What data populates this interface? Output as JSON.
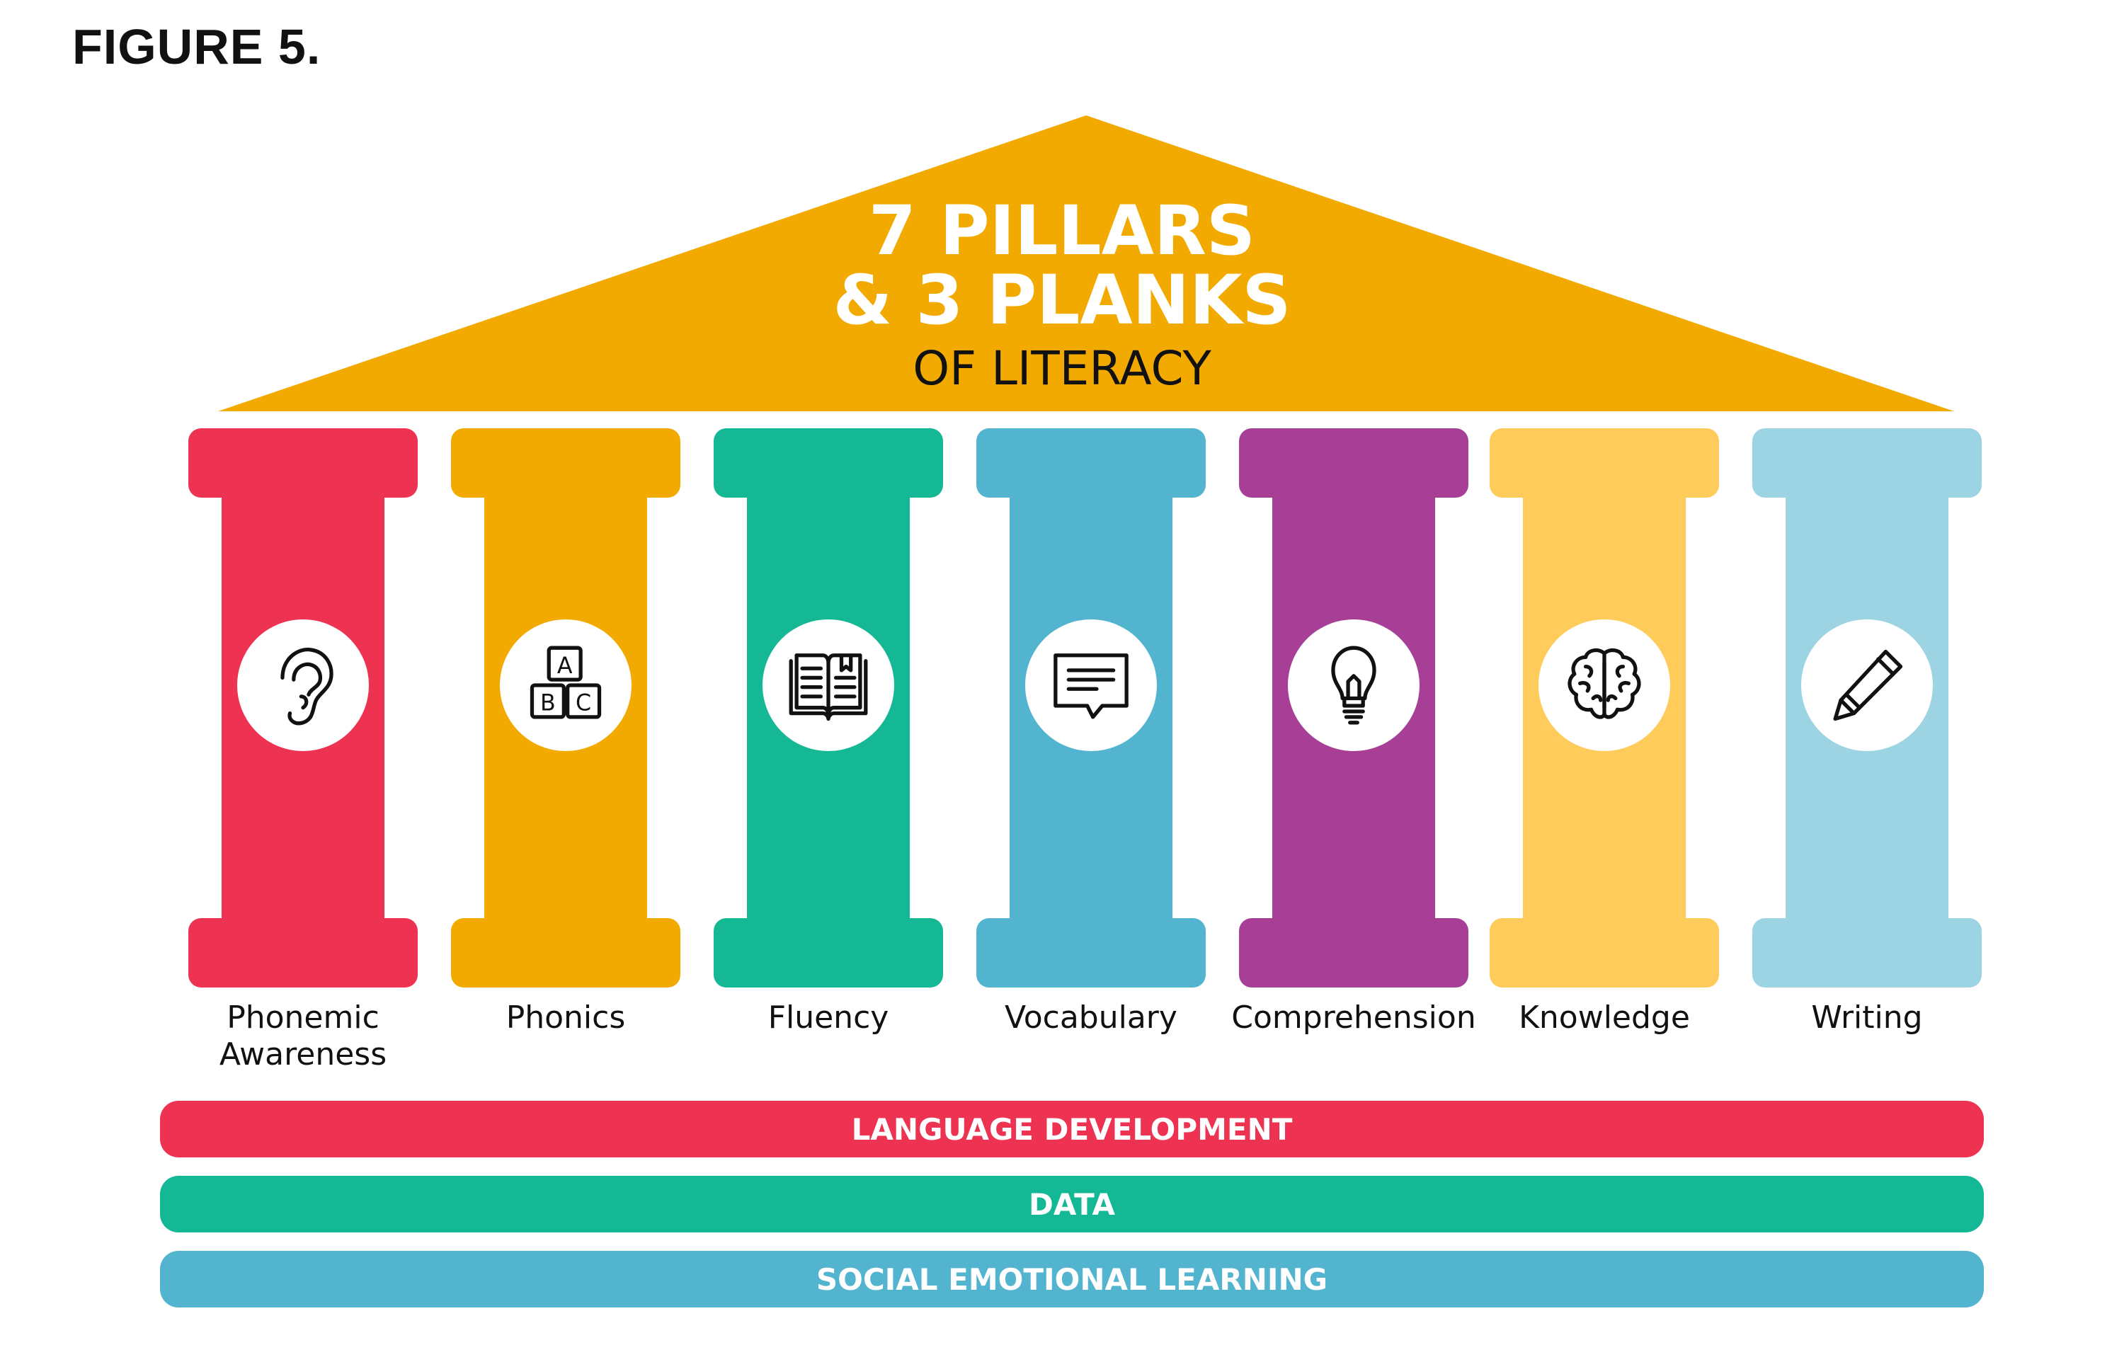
{
  "figure_label": "FIGURE 5.",
  "roof": {
    "line1": "7 PILLARS",
    "line2": "& 3 PLANKS",
    "line3": "OF LITERACY",
    "color": "#F2AA00"
  },
  "pillars": [
    {
      "label": "Phonemic Awareness",
      "icon": "ear-icon",
      "color": "#EE3352"
    },
    {
      "label": "Phonics",
      "icon": "abc-blocks-icon",
      "color": "#F2AA00"
    },
    {
      "label": "Fluency",
      "icon": "open-book-icon",
      "color": "#14B894"
    },
    {
      "label": "Vocabulary",
      "icon": "speech-bubble-icon",
      "color": "#53B4D0"
    },
    {
      "label": "Comprehension",
      "icon": "lightbulb-icon",
      "color": "#A63F95"
    },
    {
      "label": "Knowledge",
      "icon": "brain-icon",
      "color": "#FFCC5C"
    },
    {
      "label": "Writing",
      "icon": "pencil-icon",
      "color": "#9CD4E3"
    }
  ],
  "icon_text": {
    "a": "A",
    "b": "B",
    "c": "C"
  },
  "planks": [
    {
      "label": "LANGUAGE DEVELOPMENT",
      "color": "#EE3352"
    },
    {
      "label": "DATA",
      "color": "#14B894"
    },
    {
      "label": "SOCIAL EMOTIONAL LEARNING",
      "color": "#53B4D0"
    }
  ]
}
